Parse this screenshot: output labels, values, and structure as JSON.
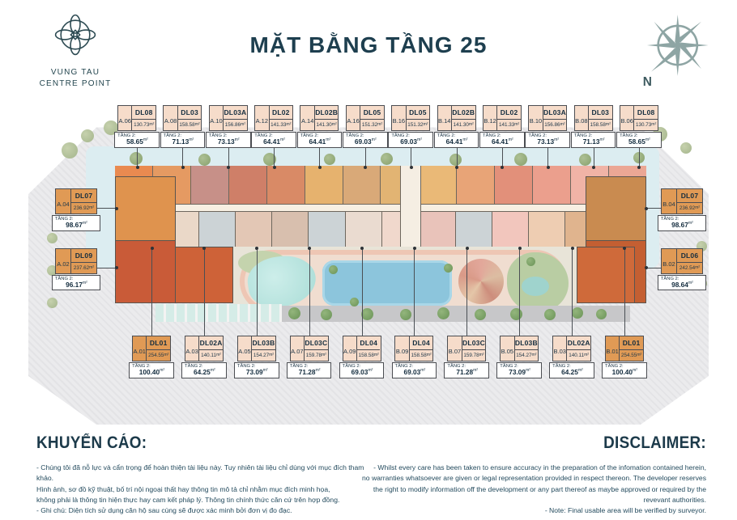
{
  "header": {
    "logo_line1": "VUNG TAU",
    "logo_line2": "CENTRE POINT",
    "title": "MẶT BẰNG TẦNG 25",
    "compass_label": "N"
  },
  "labels": {
    "floor2": "TẦNG 2:",
    "area_unit": "m²"
  },
  "units": {
    "top": [
      {
        "unit": "A.06",
        "type": "DL08",
        "area": "130.73",
        "floor2": "58.65",
        "highlight": false
      },
      {
        "unit": "A.08",
        "type": "DL03",
        "area": "158.58",
        "floor2": "71.13",
        "highlight": false
      },
      {
        "unit": "A.10",
        "type": "DL03A",
        "area": "156.86",
        "floor2": "73.13",
        "highlight": false
      },
      {
        "unit": "A.12",
        "type": "DL02",
        "area": "141.33",
        "floor2": "64.41",
        "highlight": false
      },
      {
        "unit": "A.14",
        "type": "DL02B",
        "area": "141.30",
        "floor2": "64.41",
        "highlight": false
      },
      {
        "unit": "A.16",
        "type": "DL05",
        "area": "151.32",
        "floor2": "69.03",
        "highlight": false
      },
      {
        "unit": "B.16",
        "type": "DL05",
        "area": "151.32",
        "floor2": "69.03",
        "highlight": false
      },
      {
        "unit": "B.14",
        "type": "DL02B",
        "area": "141.30",
        "floor2": "64.41",
        "highlight": false
      },
      {
        "unit": "B.12",
        "type": "DL02",
        "area": "141.33",
        "floor2": "64.41",
        "highlight": false
      },
      {
        "unit": "B.10",
        "type": "DL03A",
        "area": "156.86",
        "floor2": "73.13",
        "highlight": false
      },
      {
        "unit": "B.08",
        "type": "DL03",
        "area": "158.58",
        "floor2": "71.13",
        "highlight": false
      },
      {
        "unit": "B.06",
        "type": "DL08",
        "area": "130.73",
        "floor2": "58.65",
        "highlight": false
      }
    ],
    "bottom": [
      {
        "unit": "A.01",
        "type": "DL01",
        "area": "254.55",
        "floor2": "100.40",
        "highlight": true
      },
      {
        "unit": "A.03",
        "type": "DL02A",
        "area": "140.11",
        "floor2": "64.25",
        "highlight": false
      },
      {
        "unit": "A.05",
        "type": "DL03B",
        "area": "154.27",
        "floor2": "73.09",
        "highlight": false
      },
      {
        "unit": "A.07",
        "type": "DL03C",
        "area": "159.78",
        "floor2": "71.28",
        "highlight": false
      },
      {
        "unit": "A.09",
        "type": "DL04",
        "area": "158.58",
        "floor2": "69.03",
        "highlight": false
      },
      {
        "unit": "B.09",
        "type": "DL04",
        "area": "158.58",
        "floor2": "69.03",
        "highlight": false
      },
      {
        "unit": "B.07",
        "type": "DL03C",
        "area": "159.78",
        "floor2": "71.28",
        "highlight": false
      },
      {
        "unit": "B.05",
        "type": "DL03B",
        "area": "154.27",
        "floor2": "73.09",
        "highlight": false
      },
      {
        "unit": "B.03",
        "type": "DL02A",
        "area": "140.11",
        "floor2": "64.25",
        "highlight": false
      },
      {
        "unit": "B.01",
        "type": "DL01",
        "area": "254.55",
        "floor2": "100.40",
        "highlight": true
      }
    ],
    "left": [
      {
        "unit": "A.04",
        "type": "DL07",
        "area": "236.92",
        "floor2": "98.67",
        "highlight": true
      },
      {
        "unit": "A.02",
        "type": "DL09",
        "area": "237.62",
        "floor2": "96.17",
        "highlight": true
      }
    ],
    "right": [
      {
        "unit": "B.04",
        "type": "DL07",
        "area": "236.92",
        "floor2": "98.67",
        "highlight": true
      },
      {
        "unit": "B.02",
        "type": "DL06",
        "area": "242.54",
        "floor2": "98.64",
        "highlight": true
      }
    ]
  },
  "footer": {
    "vi": {
      "heading": "KHUYẾN CÁO:",
      "lines": [
        "- Chúng tôi đã nỗ lực và cẩn trọng để hoàn thiện tài liệu này. Tuy nhiên tài liệu chỉ dùng với mục đích tham khảo.",
        "Hình ảnh, sơ đồ kỹ thuật, bố trí nội ngoại thất hay thông tin mô tả chỉ nhằm mục đích minh họa,",
        "không phải là thông tin hiện thực hay cam kết pháp lý. Thông tin chính thức căn cứ trên hợp đồng.",
        "- Ghi chú: Diện tích sử dụng căn hộ sau cùng sẽ được xác minh bởi đơn vị đo đạc."
      ]
    },
    "en": {
      "heading": "DISCLAIMER:",
      "lines": [
        "- Whilst every care has been taken to ensure accuracy in the preparation of the infomation contained herein,",
        "no warranties whatsoever are given or legal representation provided in respect thereon. The developer reserves",
        "the right to modify information off the development or any part thereof as maybe approved or required by the",
        "revevant authorities.",
        "- Note: Final usable area will be verified by surveyor."
      ]
    }
  },
  "plan": {
    "top_row_colors": [
      "#e98a50",
      "#e59a62",
      "#c79088",
      "#cf7f68",
      "#d98a66",
      "#e6b26e",
      "#d9a978",
      "#e2b473",
      "#eab977",
      "#e8a477",
      "#e2907a",
      "#eb9f8d",
      "#f0b3a6",
      "#eba795"
    ],
    "lower_row_colors": [
      "#d9af8c",
      "#ead8c8",
      "core",
      "#e3c7b5",
      "#d8bfae",
      "core",
      "#eadbd0",
      "#f0d8cc",
      "#e9c3ba",
      "core",
      "#f2c6bd",
      "#eecdb2",
      "#e0b48e",
      "#d8a97e"
    ],
    "core_color": "#ccd3d6",
    "wing_colors": {
      "left_top": "#df934e",
      "left_bottom": "#c95b38",
      "left_inner": "#ce6238",
      "right_top": "#c98b50",
      "right_bottom": "#c45f32",
      "right_inner": "#cf6a3a"
    },
    "accent_color": "#1e3f4f",
    "card_bg": "#f6dcca",
    "card_highlight": "#e09a55",
    "pool_color": "#8cc5dc"
  }
}
